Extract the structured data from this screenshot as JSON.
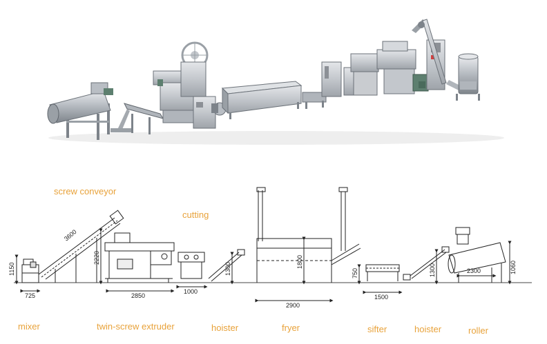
{
  "labels": {
    "screw_conveyor": "screw conveyor",
    "cutting": "cutting",
    "mixer": "mixer",
    "twin_screw_extruder": "twin-screw extruder",
    "hoister_1": "hoister",
    "fryer": "fryer",
    "sifter": "sifter",
    "hoister_2": "hoister",
    "roller": "roller"
  },
  "dimensions": {
    "mixer_height": "1150",
    "mixer_width": "725",
    "conveyor_length": "3600",
    "extruder_height": "2220",
    "extruder_width": "2850",
    "cutter_width": "1000",
    "hoister1_height": "1300",
    "hoister2_height": "1300",
    "fryer_height": "1800",
    "fryer_width": "2900",
    "sifter_height": "750",
    "sifter_width": "1500",
    "roller_width": "2300",
    "roller_height": "1060"
  },
  "colors": {
    "label": "#e8a23a",
    "machine_steel": "#c9ccd0",
    "machine_dark": "#8c9096",
    "motor_green": "#5d7f6f",
    "line": "#222222"
  }
}
